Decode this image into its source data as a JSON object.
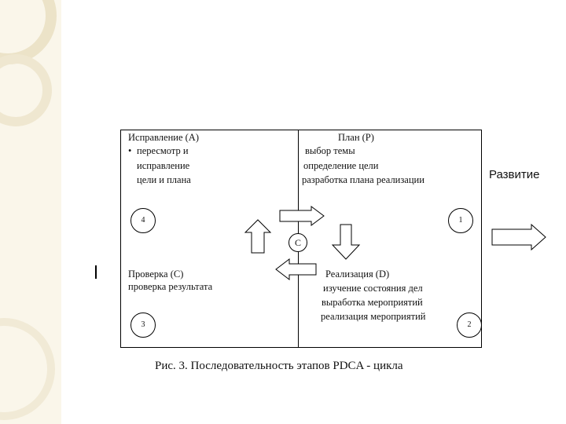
{
  "quadrants": {
    "act": {
      "title": "Исправление (А)",
      "bullet": "•",
      "lines": [
        "пересмотр и",
        "исправление",
        "цели и плана"
      ],
      "number": "4"
    },
    "plan": {
      "title": "План (Р)",
      "lines": [
        "выбор темы",
        "определение цели",
        "разработка плана реализации"
      ],
      "number": "1"
    },
    "check": {
      "title": "Проверка (С)",
      "lines": [
        "проверка результата"
      ],
      "number": "3"
    },
    "do": {
      "title": "Реализация (D)",
      "lines": [
        "изучение состояния дел",
        "выработка мероприятий",
        "реализация мероприятий"
      ],
      "number": "2"
    }
  },
  "center_symbol": "C",
  "development_label": "Развитие",
  "caption": "Рис. 3. Последовательность этапов PDCA - цикла"
}
